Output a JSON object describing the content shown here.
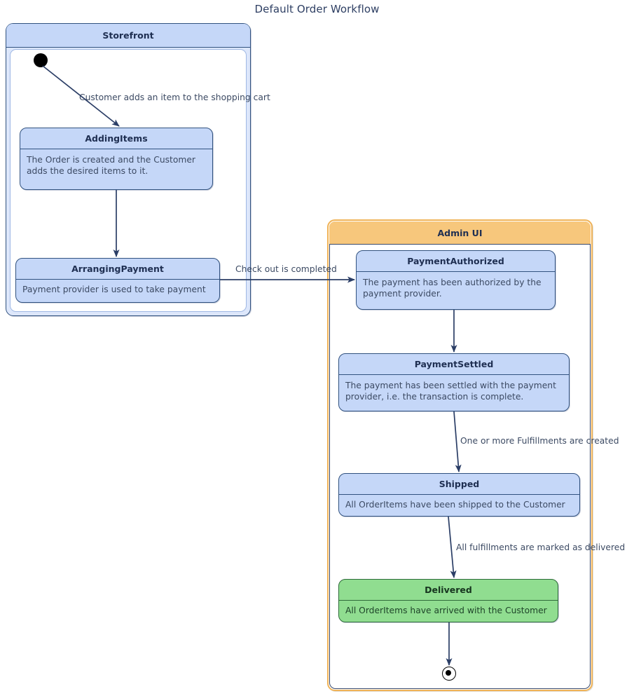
{
  "diagram": {
    "title": "Default Order Workflow",
    "type": "uml-state-machine",
    "colors": {
      "state_fill": "#C5D7F8",
      "state_border": "#31527F",
      "final_state_fill": "#90DD90",
      "final_state_border": "#2F6B3A",
      "admin_header_fill": "#F7C77C",
      "admin_border": "#F0B357",
      "storefront_header_fill": "#C5D7F8",
      "text": "#3C4A63",
      "title_text": "#2E3F63",
      "edge": "#2B3E66"
    }
  },
  "regions": [
    {
      "id": "storefront",
      "title": "Storefront",
      "header_fill": "#C5D7F8"
    },
    {
      "id": "admin-ui",
      "title": "Admin UI",
      "header_fill": "#F7C77C"
    }
  ],
  "states": {
    "adding_items": {
      "name": "AddingItems",
      "description": "The Order is created and the Customer adds the desired items to it."
    },
    "arranging_payment": {
      "name": "ArrangingPayment",
      "description": "Payment provider is used to take payment"
    },
    "payment_authorized": {
      "name": "PaymentAuthorized",
      "description": "The payment has been authorized by the payment provider."
    },
    "payment_settled": {
      "name": "PaymentSettled",
      "description": "The payment has been settled with the payment provider, i.e. the transaction is complete."
    },
    "shipped": {
      "name": "Shipped",
      "description": "All OrderItems have been shipped to the Customer"
    },
    "delivered": {
      "name": "Delivered",
      "description": "All OrderItems have arrived with the Customer"
    }
  },
  "transitions": {
    "start_to_adding": {
      "label": "Customer adds an item to the shopping cart"
    },
    "adding_to_arranging": {
      "label": ""
    },
    "arranging_to_authorized": {
      "label": "Check out is completed"
    },
    "authorized_to_settled": {
      "label": ""
    },
    "settled_to_shipped": {
      "label": "One or more Fulfillments are created"
    },
    "shipped_to_delivered": {
      "label": "All fulfillments are marked as delivered"
    },
    "delivered_to_final": {
      "label": ""
    }
  },
  "pseudo_states": {
    "initial": "initial-state-marker",
    "final": "final-state-marker"
  }
}
